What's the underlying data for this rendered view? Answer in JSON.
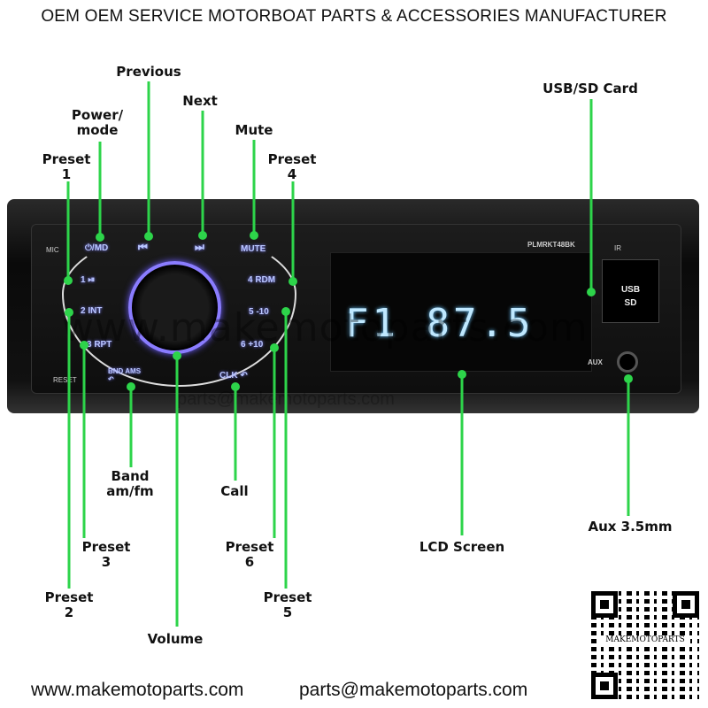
{
  "title": "OEM OEM SERVICE MOTORBOAT PARTS & ACCESSORIES MANUFACTURER",
  "callouts": {
    "previous": "Previous",
    "power": "Power/\nmode",
    "preset1": "Preset\n1",
    "next": "Next",
    "mute": "Mute",
    "preset4": "Preset\n4",
    "usb_sd": "USB/SD Card",
    "band": "Band\nam/fm",
    "call": "Call",
    "preset3": "Preset\n3",
    "preset2": "Preset\n2",
    "volume": "Volume",
    "preset6": "Preset\n6",
    "preset5": "Preset\n5",
    "lcd": "LCD Screen",
    "aux": "Aux 3.5mm"
  },
  "device": {
    "mic": "MIC",
    "reset": "RESET",
    "model": "PLMRKT48BK",
    "ir": "IR",
    "aux": "AUX",
    "usb": "USB",
    "sd": "SD",
    "buttons": {
      "power": "⏻/MD",
      "prev": "⏮",
      "next": "⏭",
      "mute": "MUTE",
      "b1": "1 ⏯",
      "b2": "2 INT",
      "b3": "3 RPT",
      "b4": "4 RDM",
      "b5": "5 -10",
      "b6": "6 +10",
      "band": "BND AMS ↶",
      "clk": "CLK ↶"
    },
    "display": "F1 87.5"
  },
  "watermark": {
    "url": "www.makemotoparts.com",
    "email": "parts@makemotoparts.com"
  },
  "footer": {
    "website": "www.makemotoparts.com",
    "email": "parts@makemotoparts.com"
  },
  "qr_label": "MAKEMOTOPARTS",
  "colors": {
    "callout_line": "#2dd44a",
    "button_glow": "#8a7cff"
  }
}
